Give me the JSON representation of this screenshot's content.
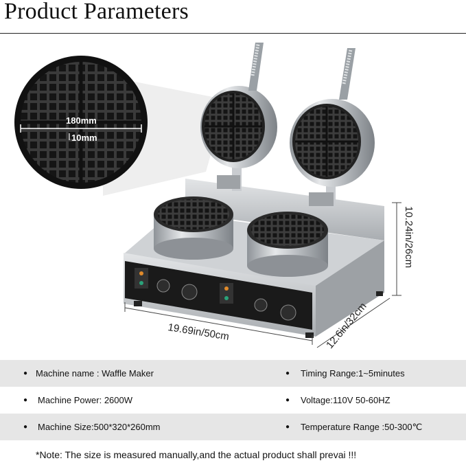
{
  "title": "Product Parameters",
  "dimensions": {
    "width": "19.69in/50cm",
    "depth": "12.6in/32cm",
    "height": "10.24in/26cm"
  },
  "zoom": {
    "diameter": "180mm",
    "pit_depth": "10mm"
  },
  "parameters": [
    {
      "left": "Machine name : Waffle Maker",
      "right": "Timing Range:1~5minutes"
    },
    {
      "left": "Machine Power: 2600W",
      "right": "Voltage:110V 50-60HZ"
    },
    {
      "left": "Machine Size:500*320*260mm",
      "right": "Temperature Range :50-300℃"
    }
  ],
  "note": "*Note: The size is measured manually,and the actual product shall prevai !!!",
  "colors": {
    "row_shade": "#e6e6e6",
    "steel": "#b8bcc0",
    "plate": "#2a2a2a",
    "panel": "#1a1a1a"
  }
}
